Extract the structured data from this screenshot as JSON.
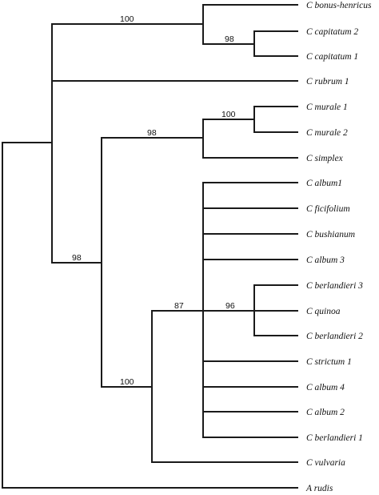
{
  "tree": {
    "taxa": {
      "bonus_henricus": "C bonus-henricus",
      "capitatum_2": "C capitatum 2",
      "capitatum_1": "C capitatum 1",
      "rubrum_1": "C rubrum 1",
      "murale_1": "C murale 1",
      "murale_2": "C murale 2",
      "simplex": "C simplex",
      "album1": "C album1",
      "ficifolium": "C ficifolium",
      "bushianum": "C bushianum",
      "album_3": "C album 3",
      "berlandieri_3": "C berlandieri 3",
      "quinoa": "C quinoa",
      "berlandieri_2": "C berlandieri 2",
      "strictum_1": "C strictum 1",
      "album_4": "C album 4",
      "album_2": "C album 2",
      "berlandieri_1": "C berlandieri 1",
      "vulvaria": "C vulvaria",
      "a_rudis": "A rudis"
    },
    "support": {
      "bonus_capitatum": "100",
      "capitatum": "98",
      "murale": "100",
      "murale_simplex": "98",
      "main_clade": "98",
      "album_clade": "87",
      "berlandieri_quinoa": "96",
      "album_vulvaria": "100"
    }
  }
}
